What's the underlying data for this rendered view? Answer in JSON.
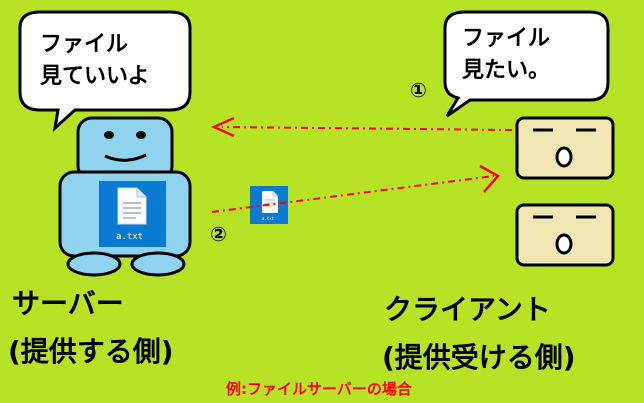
{
  "server_bubble": {
    "line1": "ファイル",
    "line2": "見ていいよ"
  },
  "client_bubble": {
    "line1": "ファイル",
    "line2": "見たい。"
  },
  "step1": "①",
  "step2": "②",
  "file_name": "a.txt",
  "server_label": {
    "line1": "サーバー",
    "line2": "(提供する側)"
  },
  "client_label": {
    "line1": "クライアント",
    "line2": "(提供受ける側)"
  },
  "caption": "例:ファイルサーバーの場合",
  "colors": {
    "background": "#b6e326",
    "robot": "#8fd3ef",
    "face": "#efe6b4",
    "arrow": "#ff0000",
    "file_tile": "#0b7ad1"
  },
  "icons": [
    "file-icon"
  ]
}
